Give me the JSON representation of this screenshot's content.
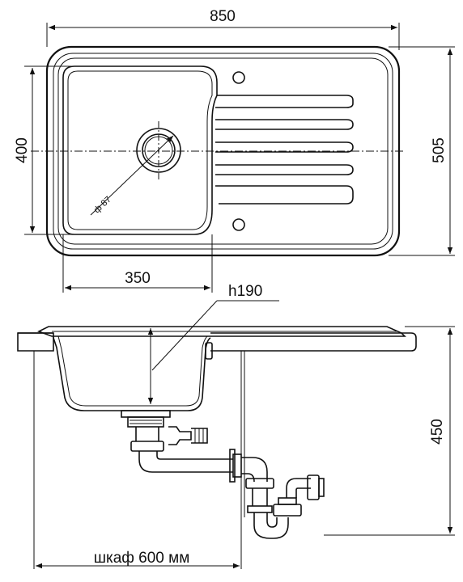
{
  "top_view": {
    "width_label": "850",
    "bowl_height_label": "400",
    "overall_depth_label": "505",
    "bowl_width_label": "350",
    "drain_diameter_label": "ф 87"
  },
  "side_view": {
    "bowl_depth_label": "h190",
    "height_label": "450",
    "cabinet_label": "шкаф 600 мм"
  }
}
